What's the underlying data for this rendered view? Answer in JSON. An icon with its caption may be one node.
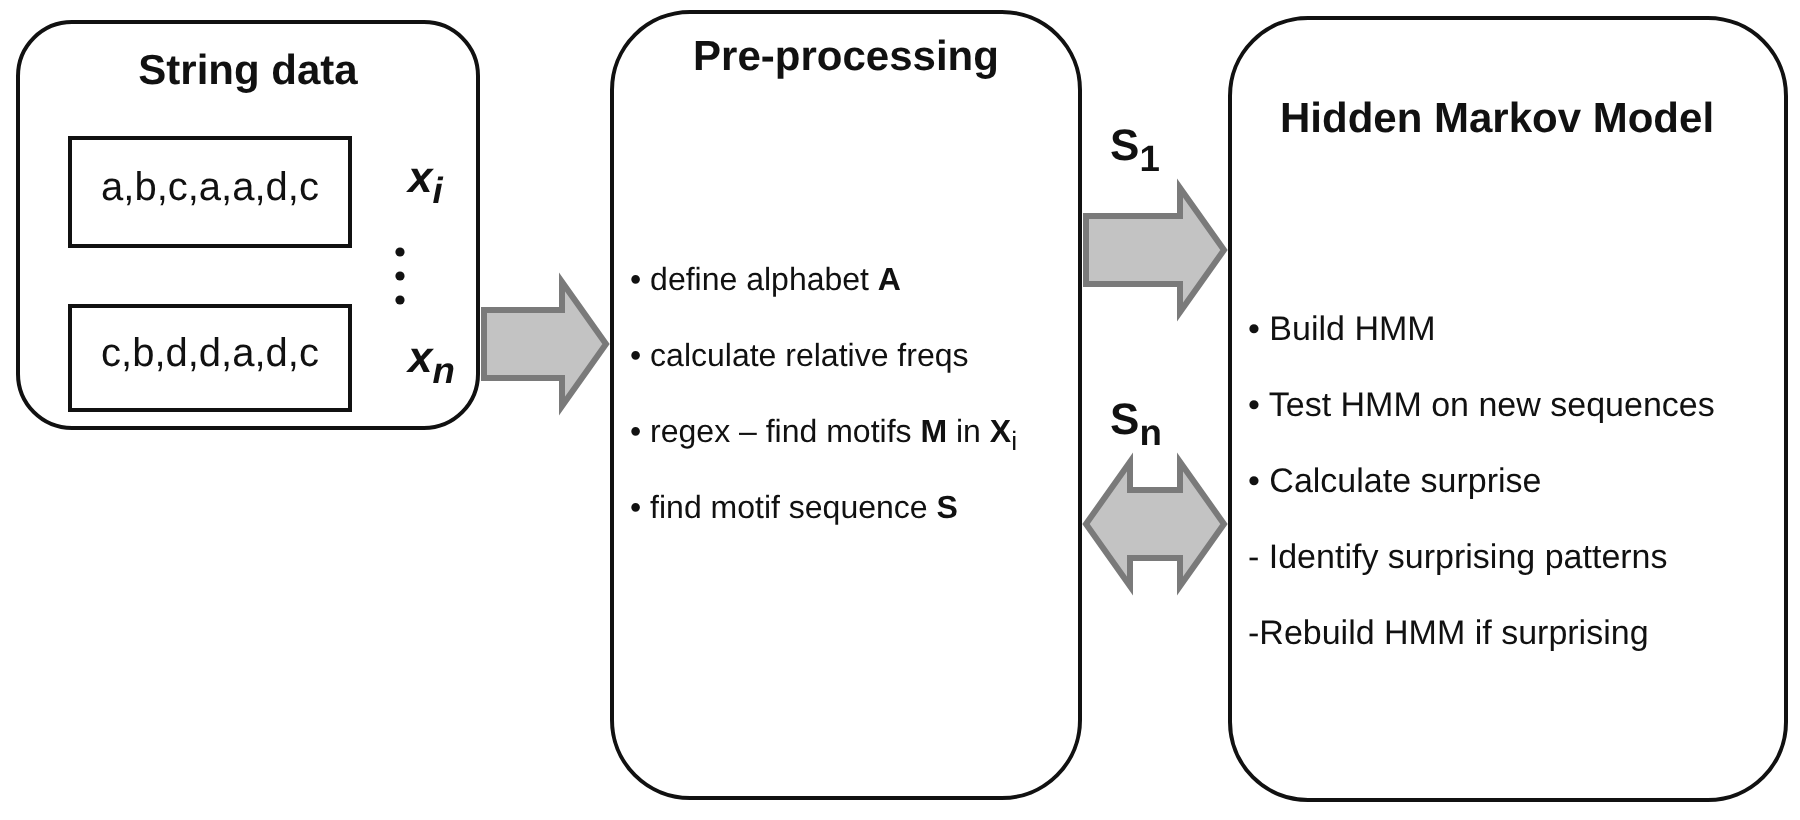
{
  "diagram": {
    "nodes": [
      {
        "text": [
          "String data"
        ]
      },
      {
        "text": [
          "a,b,c,a,a,d,c"
        ],
        "in": 0,
        "beside": [
          "x$_{i}$"
        ]
      },
      {
        "text": [
          "c,b,d,d,a,d,c"
        ],
        "in": 0,
        "beside": [
          "x$_{n}$"
        ]
      },
      {
        "text": [
          "Pre-processing",
          "• define alphabet **A**",
          "• calculate relative freqs",
          "• regex – find motifs **M** in **X**$_{i}$",
          "• find motif sequence **S**"
        ]
      },
      {
        "text": [
          "Hidden Markov Model",
          "• Build HMM",
          "• Test HMM on new sequences",
          "• Calculate surprise",
          " - Identify surprising patterns",
          " -Rebuild HMM if surprising"
        ]
      }
    ],
    "edges": [
      {
        "from": 0,
        "to": 3,
        "arrow": "to"
      },
      {
        "from": 3,
        "to": 4,
        "arrow": "to",
        "label": "S$_{1}$"
      },
      {
        "from": 3,
        "to": 4,
        "arrow": "both",
        "label": "S$_{n}$"
      }
    ]
  }
}
